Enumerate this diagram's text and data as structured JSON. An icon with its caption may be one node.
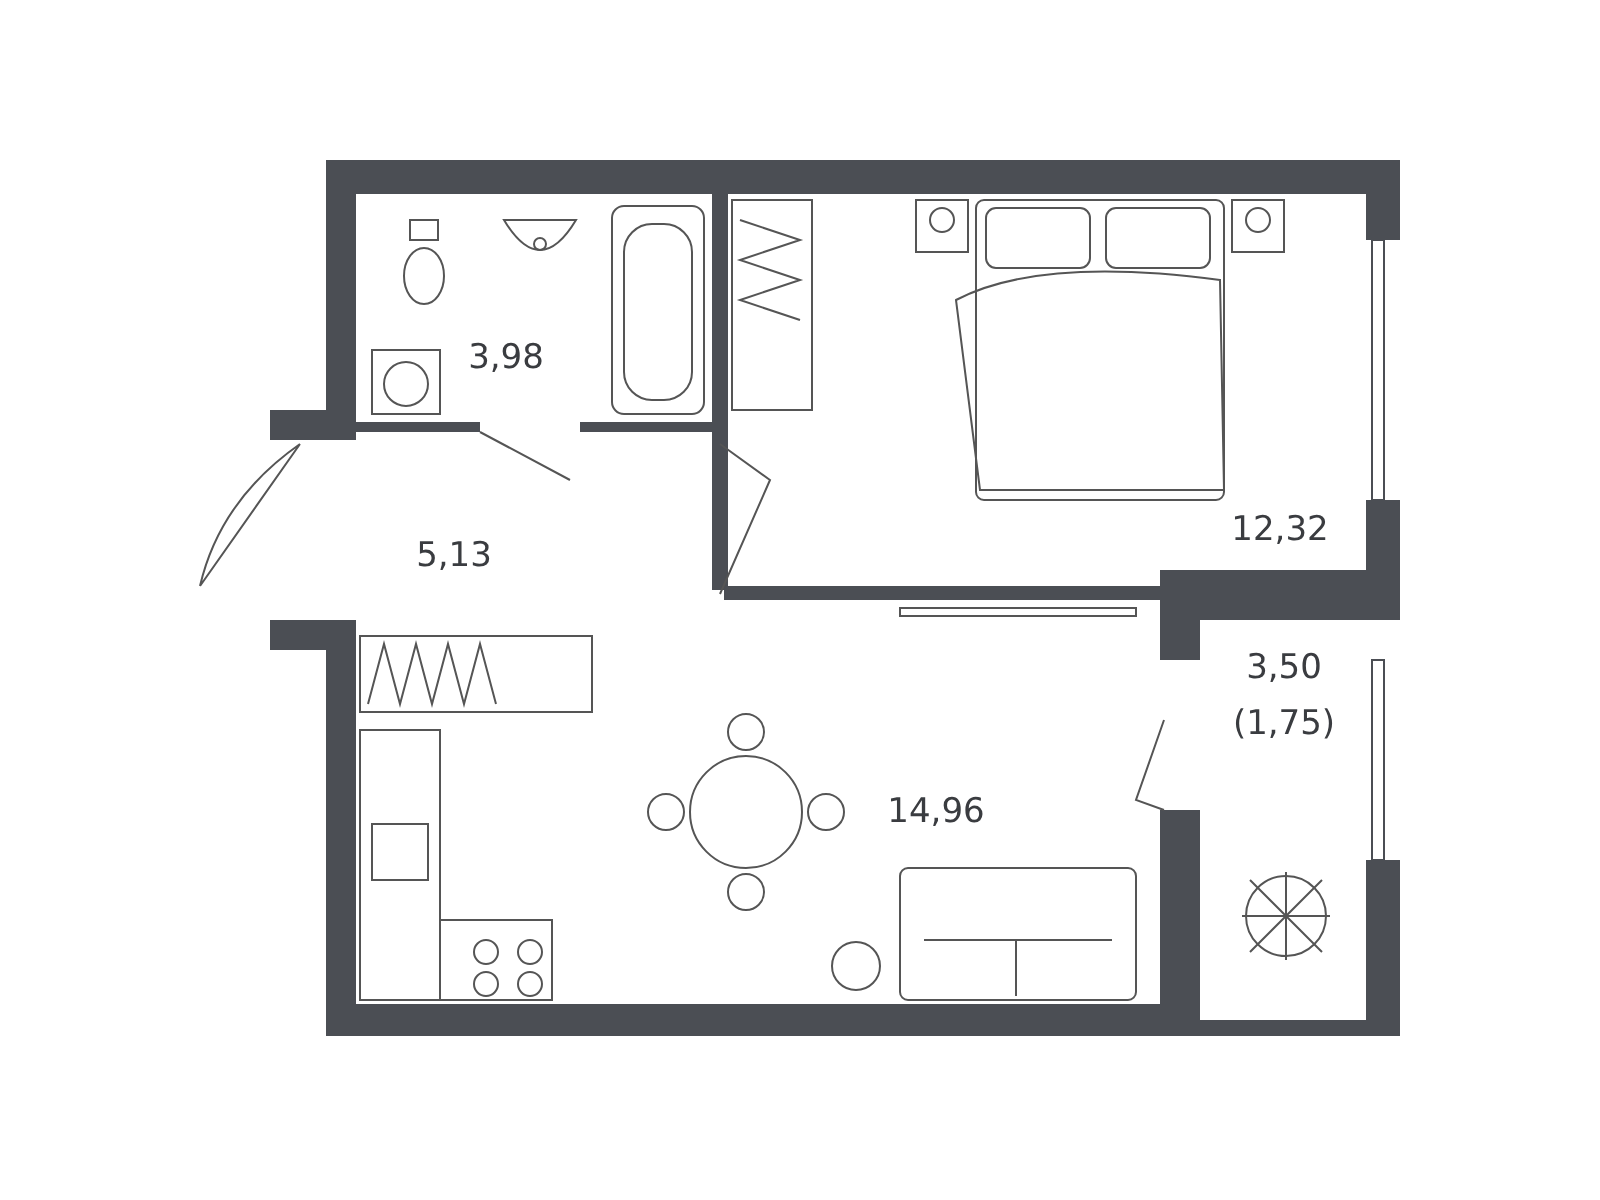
{
  "diagram": {
    "nodes": [
      {
        "text": [
          "3,98"
        ]
      },
      {
        "text": [
          "12,32"
        ]
      },
      {
        "text": [
          "5,13"
        ]
      },
      {
        "text": [
          "14,96"
        ]
      },
      {
        "text": [
          "3,50 (1,75)"
        ]
      }
    ]
  }
}
